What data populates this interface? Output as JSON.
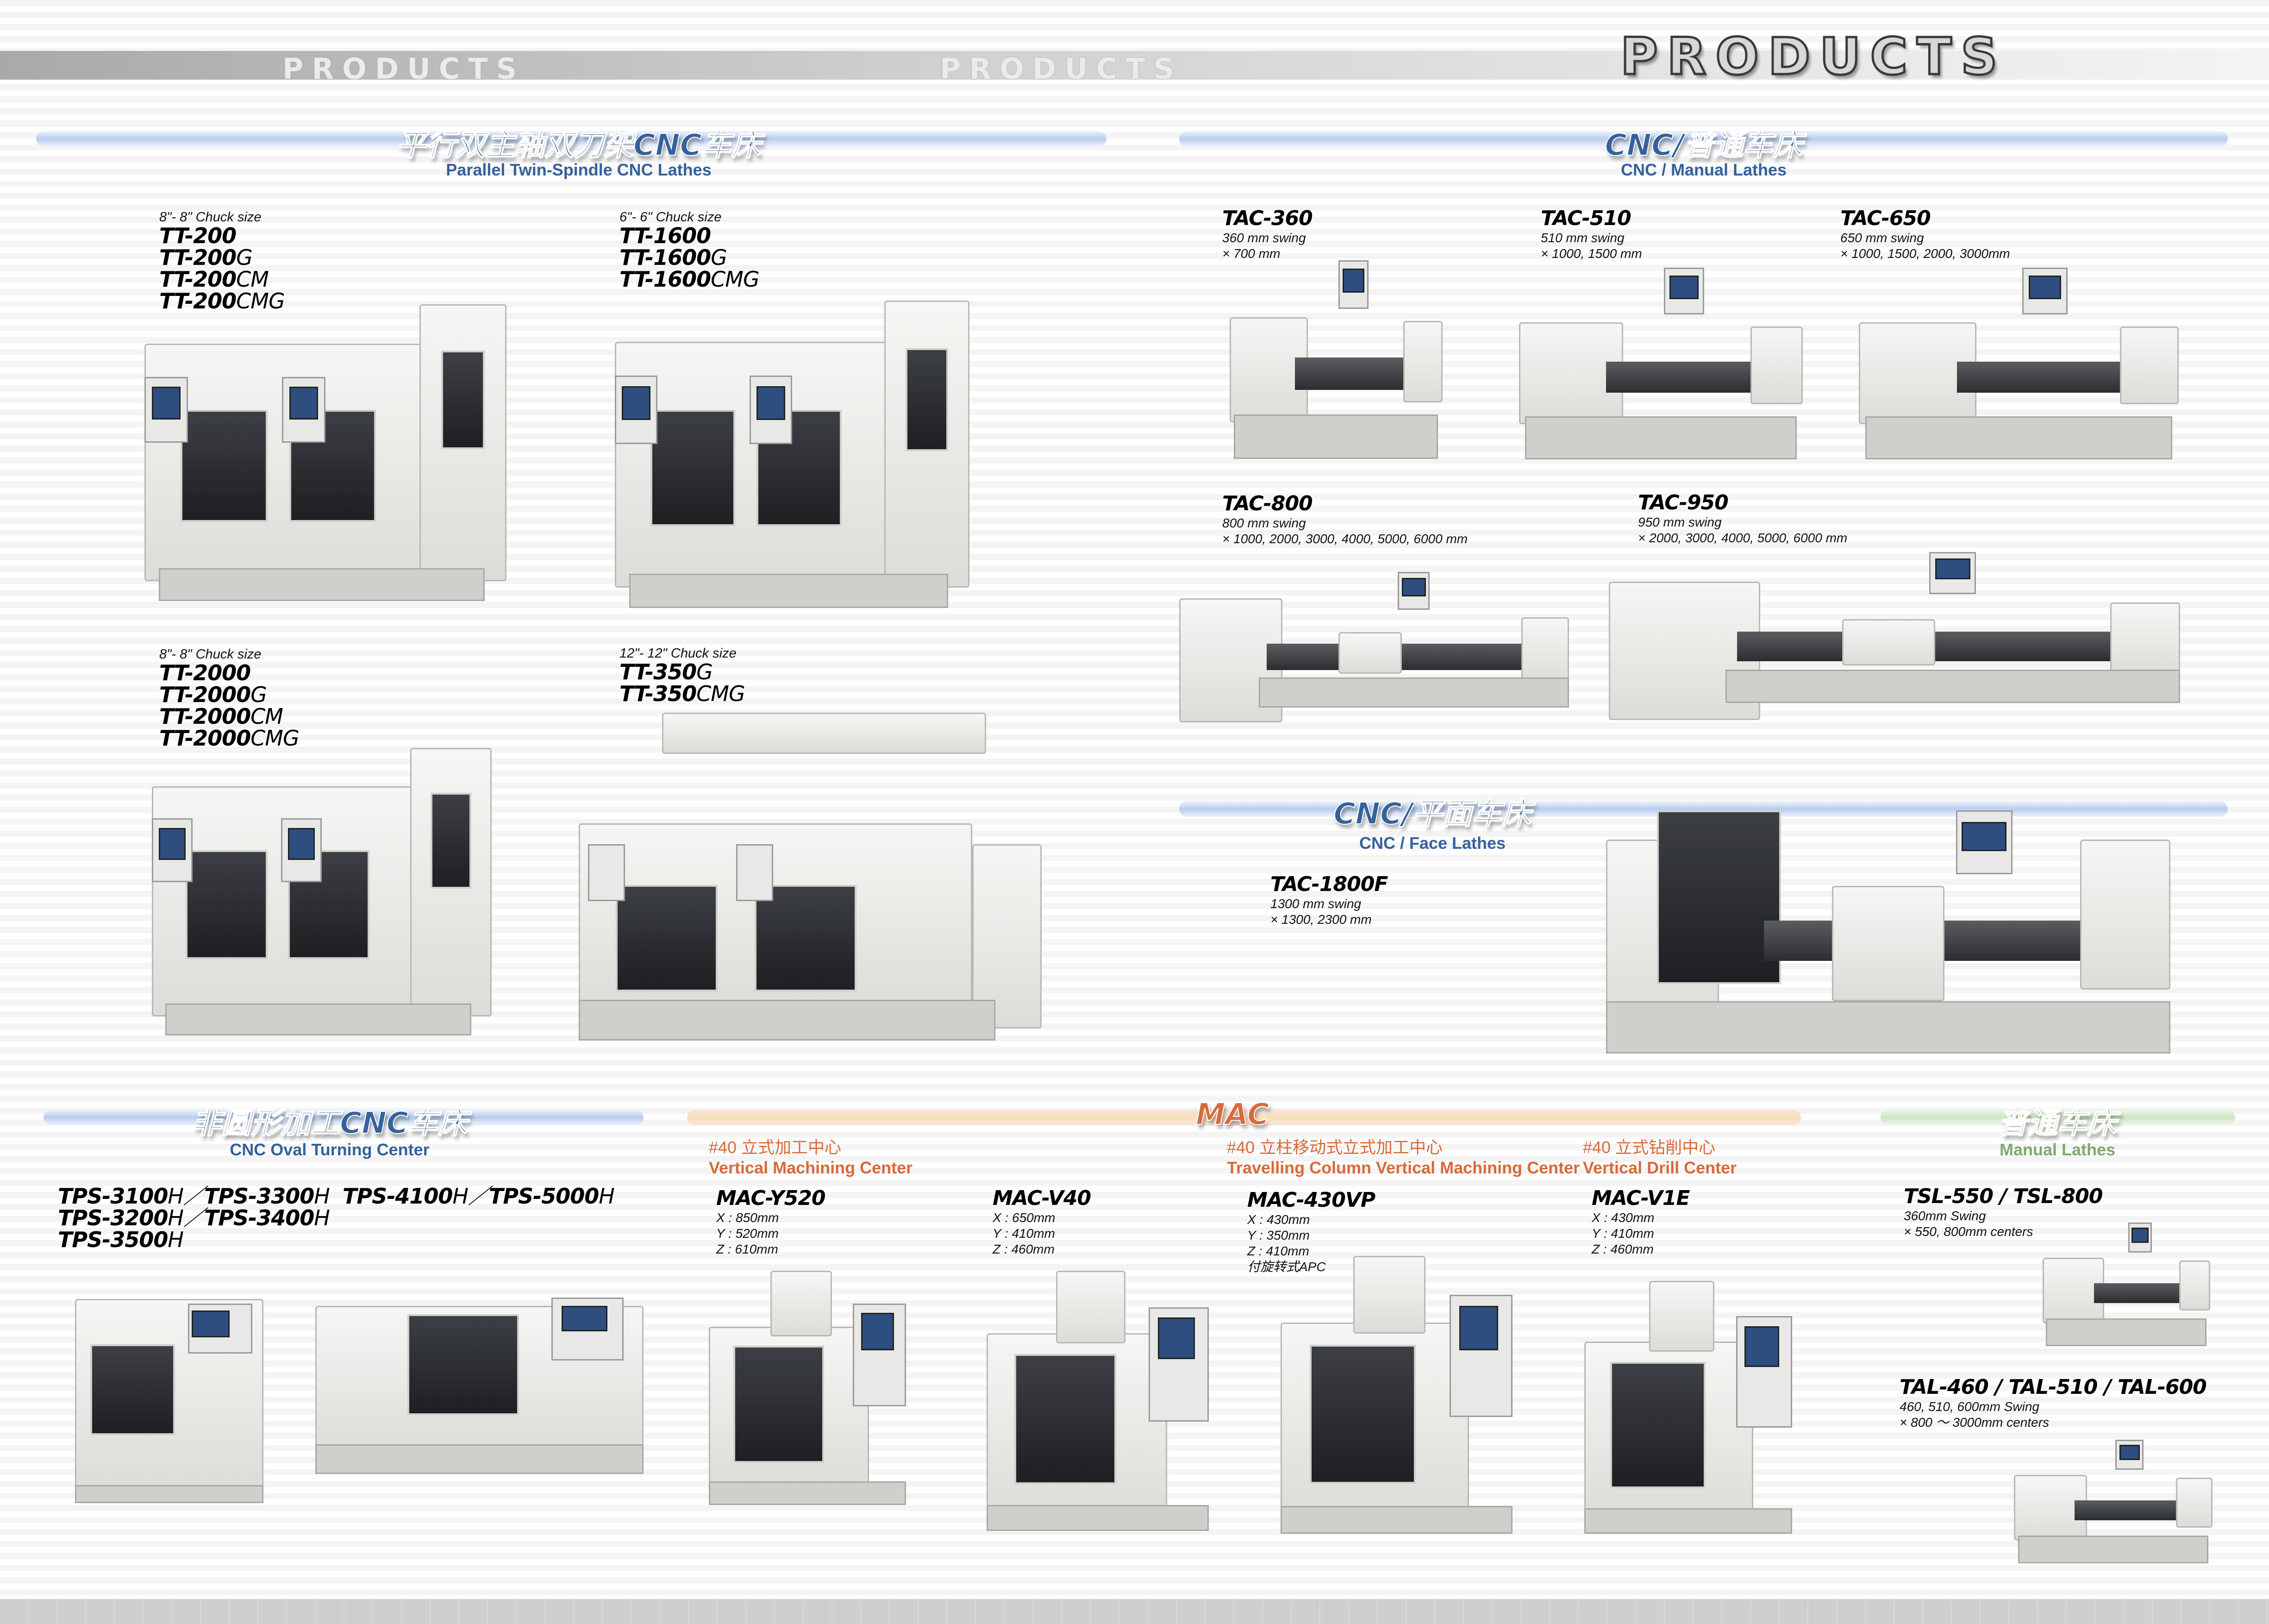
{
  "header": {
    "watermark": "PRODUCTS",
    "title": "PRODUCTS"
  },
  "twin": {
    "title": "平行双主轴双刀架CNC车床",
    "subtitle": "Parallel Twin-Spindle CNC Lathes",
    "groups": [
      {
        "chuck": "8\"- 8\" Chuck size",
        "models": [
          {
            "base": "TT-200",
            "sfx": ""
          },
          {
            "base": "TT-200",
            "sfx": "G"
          },
          {
            "base": "TT-200",
            "sfx": "CM"
          },
          {
            "base": "TT-200",
            "sfx": "CMG"
          }
        ]
      },
      {
        "chuck": "6\"- 6\" Chuck size",
        "models": [
          {
            "base": "TT-1600",
            "sfx": ""
          },
          {
            "base": "TT-1600",
            "sfx": "G"
          },
          {
            "base": "TT-1600",
            "sfx": "CMG"
          }
        ]
      },
      {
        "chuck": "8\"- 8\" Chuck size",
        "models": [
          {
            "base": "TT-2000",
            "sfx": ""
          },
          {
            "base": "TT-2000",
            "sfx": "G"
          },
          {
            "base": "TT-2000",
            "sfx": "CM"
          },
          {
            "base": "TT-2000",
            "sfx": "CMG"
          }
        ]
      },
      {
        "chuck": "12\"- 12\" Chuck size",
        "models": [
          {
            "base": "TT-350",
            "sfx": "G"
          },
          {
            "base": "TT-350",
            "sfx": "CMG"
          }
        ]
      }
    ]
  },
  "manual_cnc": {
    "title": "CNC/普通车床",
    "subtitle": "CNC / Manual Lathes",
    "items": [
      {
        "model": "TAC-360",
        "swing": "360 mm swing",
        "length": "× 700 mm"
      },
      {
        "model": "TAC-510",
        "swing": "510 mm swing",
        "length": "× 1000, 1500 mm"
      },
      {
        "model": "TAC-650",
        "swing": "650 mm swing",
        "length": "× 1000, 1500, 2000, 3000mm"
      },
      {
        "model": "TAC-800",
        "swing": "800 mm swing",
        "length": "× 1000, 2000, 3000, 4000, 5000, 6000 mm"
      },
      {
        "model": "TAC-950",
        "swing": "950 mm swing",
        "length": "× 2000, 3000, 4000, 5000, 6000 mm"
      }
    ]
  },
  "face": {
    "title": "CNC/平面车床",
    "subtitle": "CNC / Face Lathes",
    "model": "TAC-1800F",
    "swing": "1300 mm swing",
    "length": "× 1300, 2300 mm"
  },
  "oval": {
    "title": "非圆形加工CNC车床",
    "subtitle": "CNC Oval Turning Center",
    "models_a": [
      [
        {
          "base": "TPS-3100",
          "sfx": "H"
        },
        {
          "base": "TPS-3300",
          "sfx": "H"
        }
      ],
      [
        {
          "base": "TPS-3200",
          "sfx": "H"
        },
        {
          "base": "TPS-3400",
          "sfx": "H"
        }
      ],
      [
        {
          "base": "TPS-3500",
          "sfx": "H"
        }
      ]
    ],
    "models_b": [
      {
        "base": "TPS-4100",
        "sfx": "H"
      },
      {
        "base": "TPS-5000",
        "sfx": "H"
      }
    ],
    "sep": "／"
  },
  "mac": {
    "title": "MAC",
    "cats": [
      {
        "cn": "#40 立式加工中心",
        "en": "Vertical Machining Center"
      },
      {
        "cn": "#40 立柱移动式立式加工中心",
        "en": "Travelling Column Vertical Machining Center"
      },
      {
        "cn": "#40 立式钻削中心",
        "en": "Vertical Drill Center"
      }
    ],
    "items": [
      {
        "model": "MAC-Y520",
        "x": "X : 850mm",
        "y": "Y : 520mm",
        "z": "Z : 610mm"
      },
      {
        "model": "MAC-V40",
        "x": "X : 650mm",
        "y": "Y : 410mm",
        "z": "Z : 460mm"
      },
      {
        "model": "MAC-430VP",
        "x": "X : 430mm",
        "y": "Y : 350mm",
        "z": "Z : 410mm",
        "extra": "付旋转式APC"
      },
      {
        "model": "MAC-V1E",
        "x": "X : 430mm",
        "y": "Y : 410mm",
        "z": "Z : 460mm"
      }
    ]
  },
  "manual": {
    "title": "普通车床",
    "subtitle": "Manual Lathes",
    "items": [
      {
        "model": "TSL-550 / TSL-800",
        "swing": "360mm Swing",
        "centers": "× 550, 800mm centers"
      },
      {
        "model": "TAL-460 / TAL-510 / TAL-600",
        "swing": "460, 510, 600mm Swing",
        "centers": "× 800 ～ 3000mm centers"
      }
    ]
  }
}
